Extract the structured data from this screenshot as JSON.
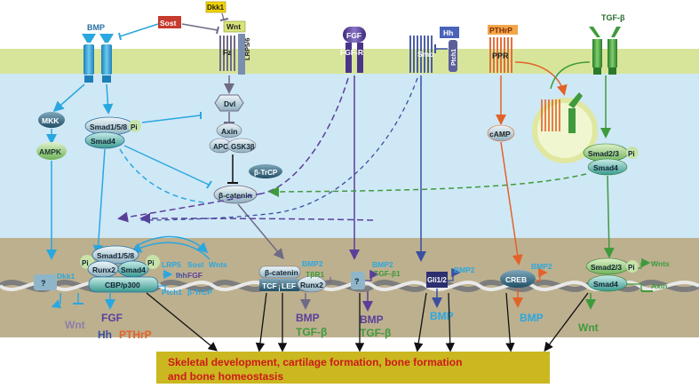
{
  "colors": {
    "membrane": "#d7e59a",
    "cytoplasm": "#cfe8f6",
    "nucleus": "#bdb08f",
    "bmp": "#2aa7df",
    "wnt": "#6f6a86",
    "fgf": "#5a3f9a",
    "hh": "#3b4fa0",
    "pthrp": "#e2622a",
    "tgf": "#3f9a3c",
    "banner": "#cbb720",
    "banner_text": "#cc1a1a"
  },
  "receptors": {
    "bmp": "BMP",
    "sost": "Sost",
    "dkk1": "Dkk1",
    "wnt": "Wnt",
    "fz": "Fz",
    "lrp": "LRP5/6",
    "fgf": "FGF",
    "fgfr": "FGF-R",
    "smo": "Smo",
    "hh": "Hh",
    "ptch1": "Ptch1",
    "pthrp": "PTHrP",
    "ppr": "PPR",
    "tgfb": "TGF-β"
  },
  "cytoplasm": {
    "mkk": "MKK",
    "ampk": "AMPK",
    "smad158": "Smad1/5/8",
    "pi": "Pi",
    "smad4": "Smad4",
    "dvl": "Dvl",
    "axin": "Axin",
    "apc": "APC",
    "gsk3b": "GSK3β",
    "btrcp": "β-TrCP",
    "bcatenin": "β-catenin",
    "camp": "cAMP",
    "smad23": "Smad2/3",
    "smad4b": "Smad4",
    "pi2": "Pi"
  },
  "nucleus": {
    "q1": "?",
    "dkk1": "Dkk1",
    "wnt_out": "Wnt",
    "pi_left": "Pi",
    "smad158": "Smad1/5/8",
    "runx2": "Runx2",
    "smad4": "Smad4",
    "pi_right": "Pi",
    "cbp": "CBP/p300",
    "lrp5": "LRP5",
    "sost": "Sost",
    "wnts": "Wnts",
    "ihh": "Ihh",
    "fgf": "FGF",
    "ptch1": "Ptch1",
    "btrcp": "β-TrCP",
    "fgf_out": "FGF",
    "hh_out": "Hh",
    "pthrp_out": "PTHrP",
    "bcatenin": "β-catenin",
    "tcf": "TCF",
    "lef": "LEF",
    "runx2b": "Runx2",
    "bmp2a": "BMP2",
    "tbr1": "TβR1",
    "bmp_out1": "BMP",
    "tgf_out1": "TGF-β",
    "q2": "?",
    "bmp2b": "BMP2",
    "tgfb1": "TGF-β1",
    "bmp_out2": "BMP",
    "tgf_out2": "TGF-β",
    "gli": "Gli1/2",
    "bmp2c": "BMP2",
    "bmp_out3": "BMP",
    "creb": "CREB",
    "bmp2d": "BMP2",
    "bmp_out4": "BMP",
    "smad23": "Smad2/3",
    "pi3": "Pi",
    "smad4c": "Smad4",
    "wnts2": "Wnts",
    "axin": "Axin",
    "wnt_out2": "Wnt"
  },
  "banner": {
    "line1": "Skeletal development, cartilage formation, bone formation",
    "line2": "and bone homeostasis"
  }
}
